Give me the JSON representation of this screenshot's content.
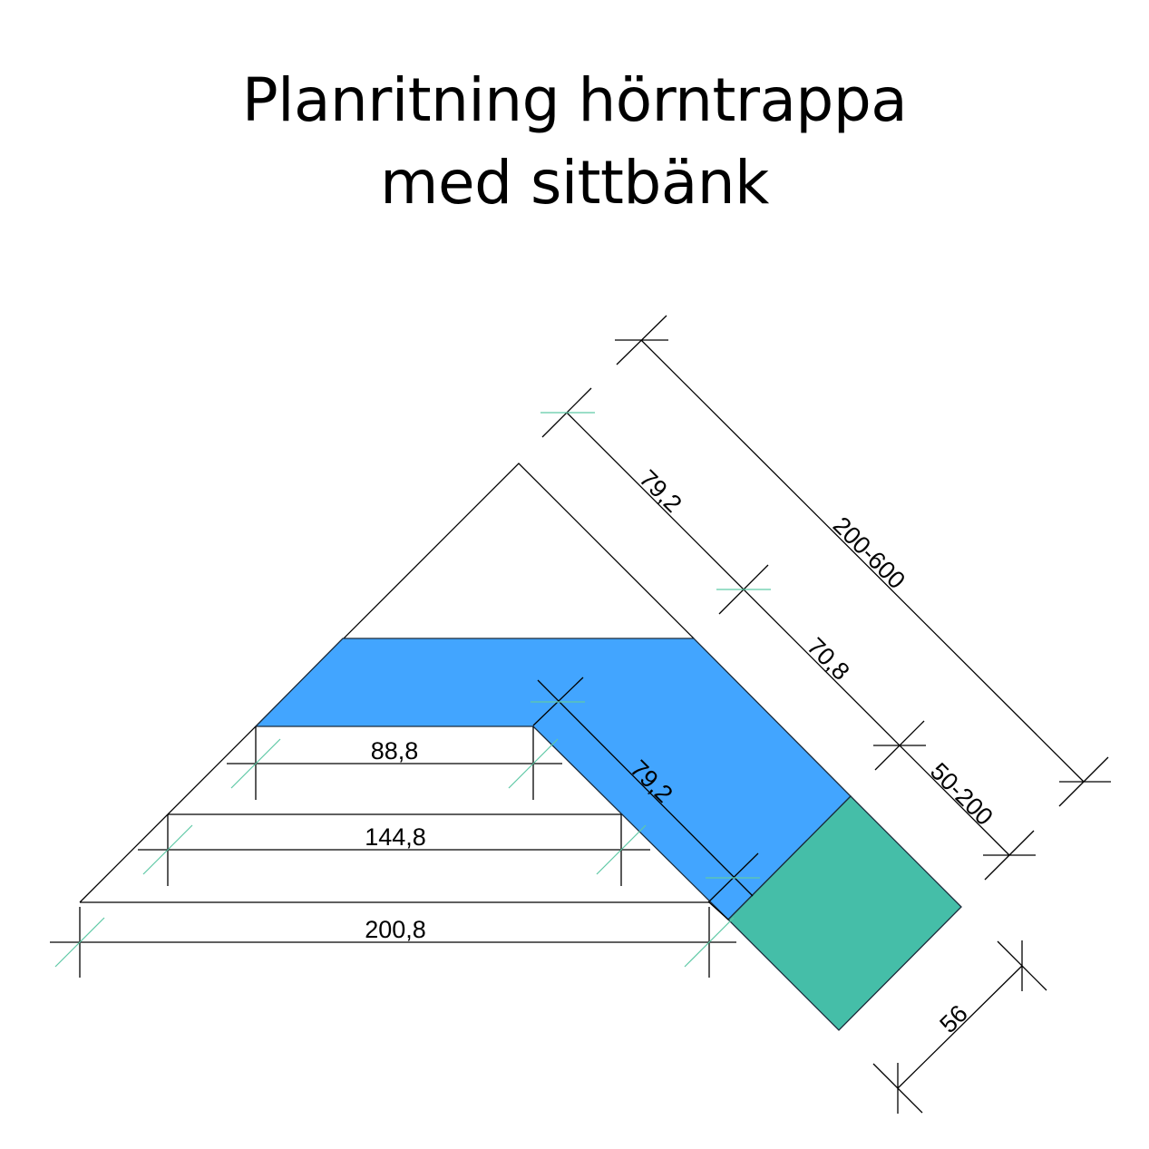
{
  "title": {
    "line1": "Planritning hörntrappa",
    "line2": "med sittbänk"
  },
  "colors": {
    "stair": "#42a5ff",
    "bench": "#45bea8",
    "tick": "#5fc9a6"
  },
  "dimensions": {
    "step1_width": "88,8",
    "step2_width": "144,8",
    "step3_width": "200,8",
    "upper_run": "79,2",
    "total_length": "200-600",
    "middle_run": "70,8",
    "bench_length": "50-200",
    "inner_run": "79,2",
    "bench_width": "56"
  }
}
